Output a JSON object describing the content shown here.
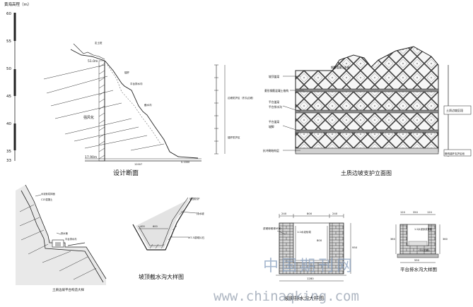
{
  "section": {
    "axis_title": "黄海高程（m）",
    "ticks": [
      "60",
      "55",
      "50",
      "45",
      "40",
      "35",
      "33"
    ],
    "caption": "设计断面",
    "elev_top": "51.0m",
    "elev_bottom": "17.90m",
    "annotations": [
      "定土桩",
      "平台排水沟",
      "锚杆",
      "截水沟",
      "强风化"
    ],
    "right_labels": [
      "边坡防护区（东丸边坡）",
      "锚杆防护区"
    ],
    "bottom_dims": [
      "12007",
      "0.1000"
    ]
  },
  "elevation_view": {
    "caption": "土质边坡支护立面图",
    "labels": [
      "钢筋混凝土坐框",
      "坡顶盖梁",
      "菱形钢筋混凝土格构",
      "平台盖梁",
      "平台排水沟",
      "平台盖梁",
      "坡脚",
      "抗冲刷结构层"
    ],
    "right_box_1": "土质边坡区段",
    "right_box_2": "格构锚杆支护区段"
  },
  "detail_left": {
    "caption": "土质边坡平台构造大样",
    "labels": [
      "水泥砂浆抹面",
      "C15混凝土",
      "排水管",
      "平台排水沟"
    ]
  },
  "detail_ditch": {
    "caption": "坡顶截水沟大样图",
    "labels": [
      "坡顶防护",
      "排水坡",
      "M7.5浆砌片石"
    ],
    "dims": [
      "400",
      "600"
    ]
  },
  "detail_toe": {
    "caption": "坡脚排水沟大样图",
    "dims_top": [
      "240",
      "800",
      "240"
    ],
    "dim_bottom": "1280",
    "labels": [
      "浆砌砖砌体M10",
      "1:2水泥砂浆"
    ],
    "dim_side": [
      "800",
      "950"
    ]
  },
  "detail_platform": {
    "caption": "平台排水沟大样图",
    "dims_top": [
      "120",
      "350",
      "120"
    ],
    "dim_bottom": "590",
    "labels": [
      "1:2水泥砂浆抹面",
      "C15混凝土"
    ],
    "dim_side": [
      "360",
      "360"
    ]
  },
  "watermark": {
    "text": "中国期刊网",
    "site": "www.chinaqking.com"
  }
}
